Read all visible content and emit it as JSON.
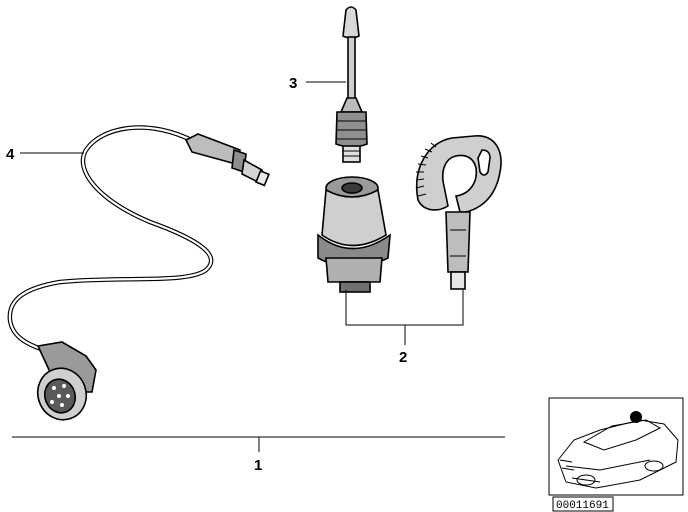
{
  "callouts": {
    "c1": "1",
    "c2": "2",
    "c3": "3",
    "c4": "4"
  },
  "reference_number": "00011691",
  "colors": {
    "line": "#000000",
    "part_fill_light": "#e6e6e6",
    "part_fill_mid": "#b8b8b8",
    "part_fill_dark": "#6e6e6e",
    "marker": "#000000"
  }
}
